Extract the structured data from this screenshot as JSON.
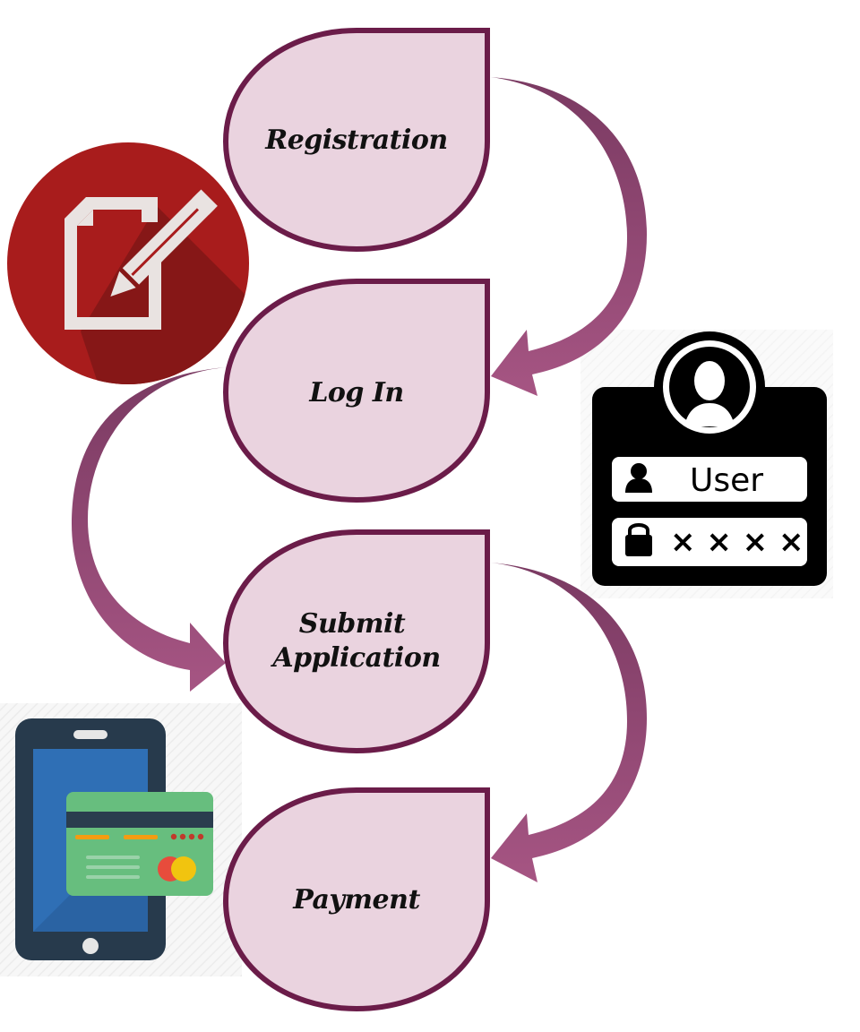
{
  "flow": {
    "steps": [
      {
        "lines": [
          "Registration"
        ]
      },
      {
        "lines": [
          "Log In"
        ]
      },
      {
        "lines": [
          "Submit",
          "Application"
        ]
      },
      {
        "lines": [
          "Payment"
        ]
      }
    ]
  },
  "icons": {
    "registration": "document-pencil-icon",
    "login": "user-login-card-icon",
    "payment": "phone-credit-card-icon"
  },
  "login_card": {
    "user_label": "User",
    "password_mask": "× × × ×"
  },
  "colors": {
    "step_fill": "#ead3df",
    "step_border": "#6b1c49",
    "arrow_dark": "#7a3a62",
    "arrow_light": "#a65583",
    "registration_icon_bg": "#a81c1c",
    "phone_body": "#273a4c",
    "phone_screen": "#2f6fb5",
    "card_green": "#67be7e"
  }
}
